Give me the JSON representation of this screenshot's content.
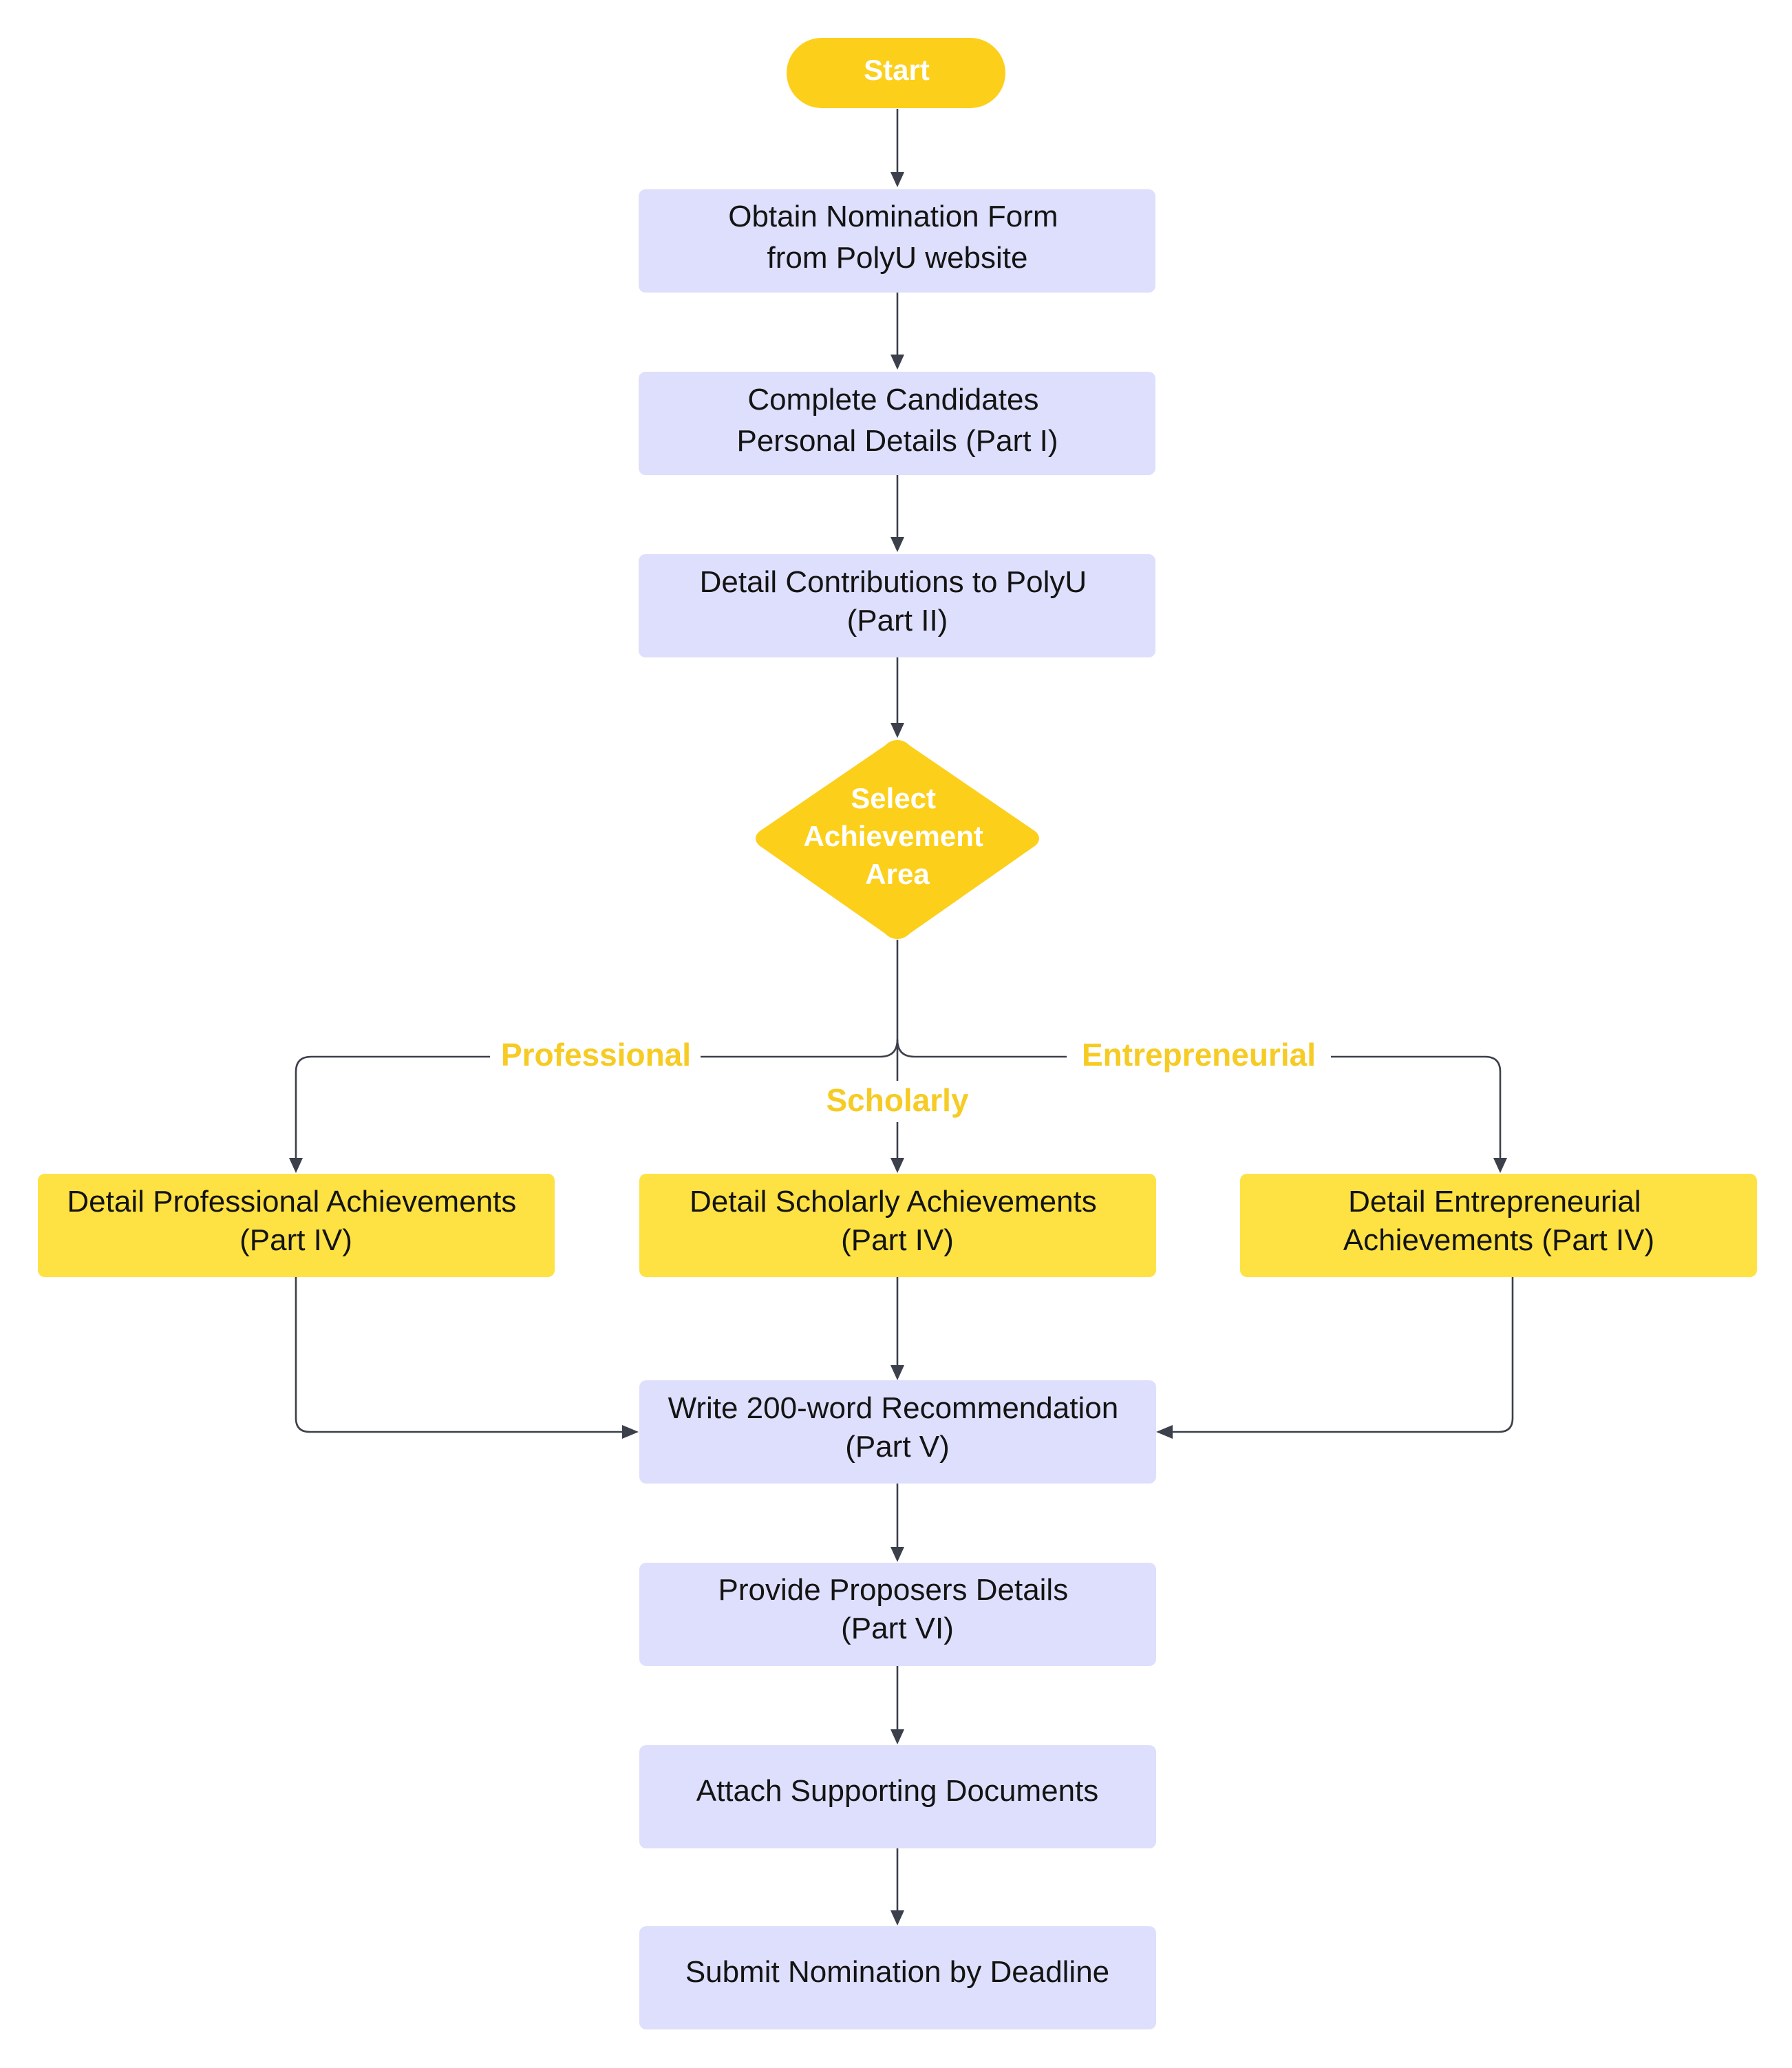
{
  "colors": {
    "process_fill": "#dedffc",
    "branch_fill": "#fee243",
    "terminal_fill": "#fccf1b",
    "decision_fill": "#fccf1b",
    "edge_label": "#f6cb24",
    "edge_stroke": "#3c404b",
    "text": "#141414"
  },
  "nodes": {
    "start": {
      "lines": [
        "Start"
      ]
    },
    "obtain": {
      "lines": [
        "Obtain Nomination Form",
        "from PolyU website"
      ]
    },
    "complete": {
      "lines": [
        "Complete Candidates",
        "Personal Details (Part I)"
      ]
    },
    "contrib": {
      "lines": [
        "Detail Contributions to PolyU",
        "(Part II)"
      ]
    },
    "decision": {
      "lines": [
        "Select",
        "Achievement",
        "Area"
      ]
    },
    "professional": {
      "lines": [
        "Detail Professional Achievements",
        "(Part IV)"
      ]
    },
    "scholarly": {
      "lines": [
        "Detail Scholarly Achievements",
        "(Part IV)"
      ]
    },
    "entrepreneurial": {
      "lines": [
        "Detail Entrepreneurial",
        "Achievements (Part IV)"
      ]
    },
    "recommend": {
      "lines": [
        "Write 200-word Recommendation",
        "(Part V)"
      ]
    },
    "proposers": {
      "lines": [
        "Provide Proposers Details",
        "(Part VI)"
      ]
    },
    "attach": {
      "lines": [
        "Attach Supporting Documents"
      ]
    },
    "submit": {
      "lines": [
        "Submit Nomination by Deadline"
      ]
    }
  },
  "edge_labels": {
    "professional": "Professional",
    "scholarly": "Scholarly",
    "entrepreneurial": "Entrepreneurial"
  }
}
